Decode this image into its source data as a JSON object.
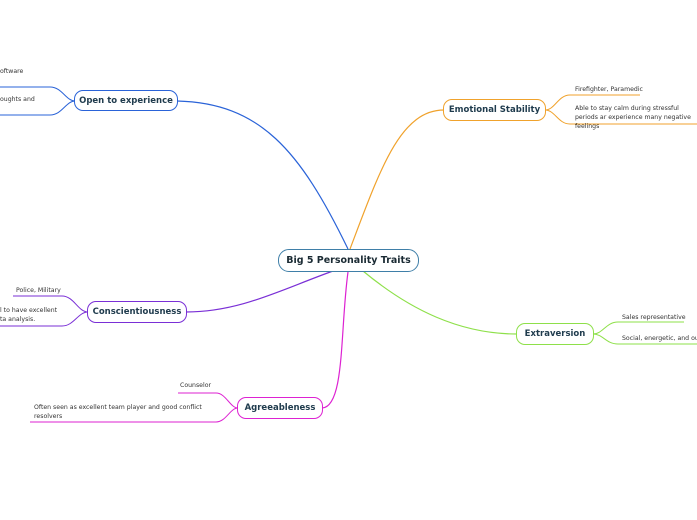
{
  "central": {
    "label": "Big 5 Personality Traits",
    "color": "#3f7fa8"
  },
  "branches": {
    "open": {
      "label": "Open to experience",
      "color": "#2a63d8",
      "leaves": [
        "oftware",
        "oughts and"
      ]
    },
    "emotional": {
      "label": "Emotional Stability",
      "color": "#f0a22c",
      "leaves": [
        "Firefighter, Paramedic",
        "Able to stay calm during stressful periods ar experience many negative feelings"
      ]
    },
    "consc": {
      "label": "Conscientiousness",
      "color": "#7a2fd6",
      "leaves": [
        "Police, Military",
        "l to have excellent ta analysis."
      ]
    },
    "extra": {
      "label": "Extraversion",
      "color": "#8ee04a",
      "leaves": [
        "Sales representative",
        "Social, energetic, and outgo"
      ]
    },
    "agree": {
      "label": "Agreeableness",
      "color": "#dd22d2",
      "leaves": [
        "Counselor",
        "Often seen as excellent team player and good conflict resolvers"
      ]
    }
  }
}
